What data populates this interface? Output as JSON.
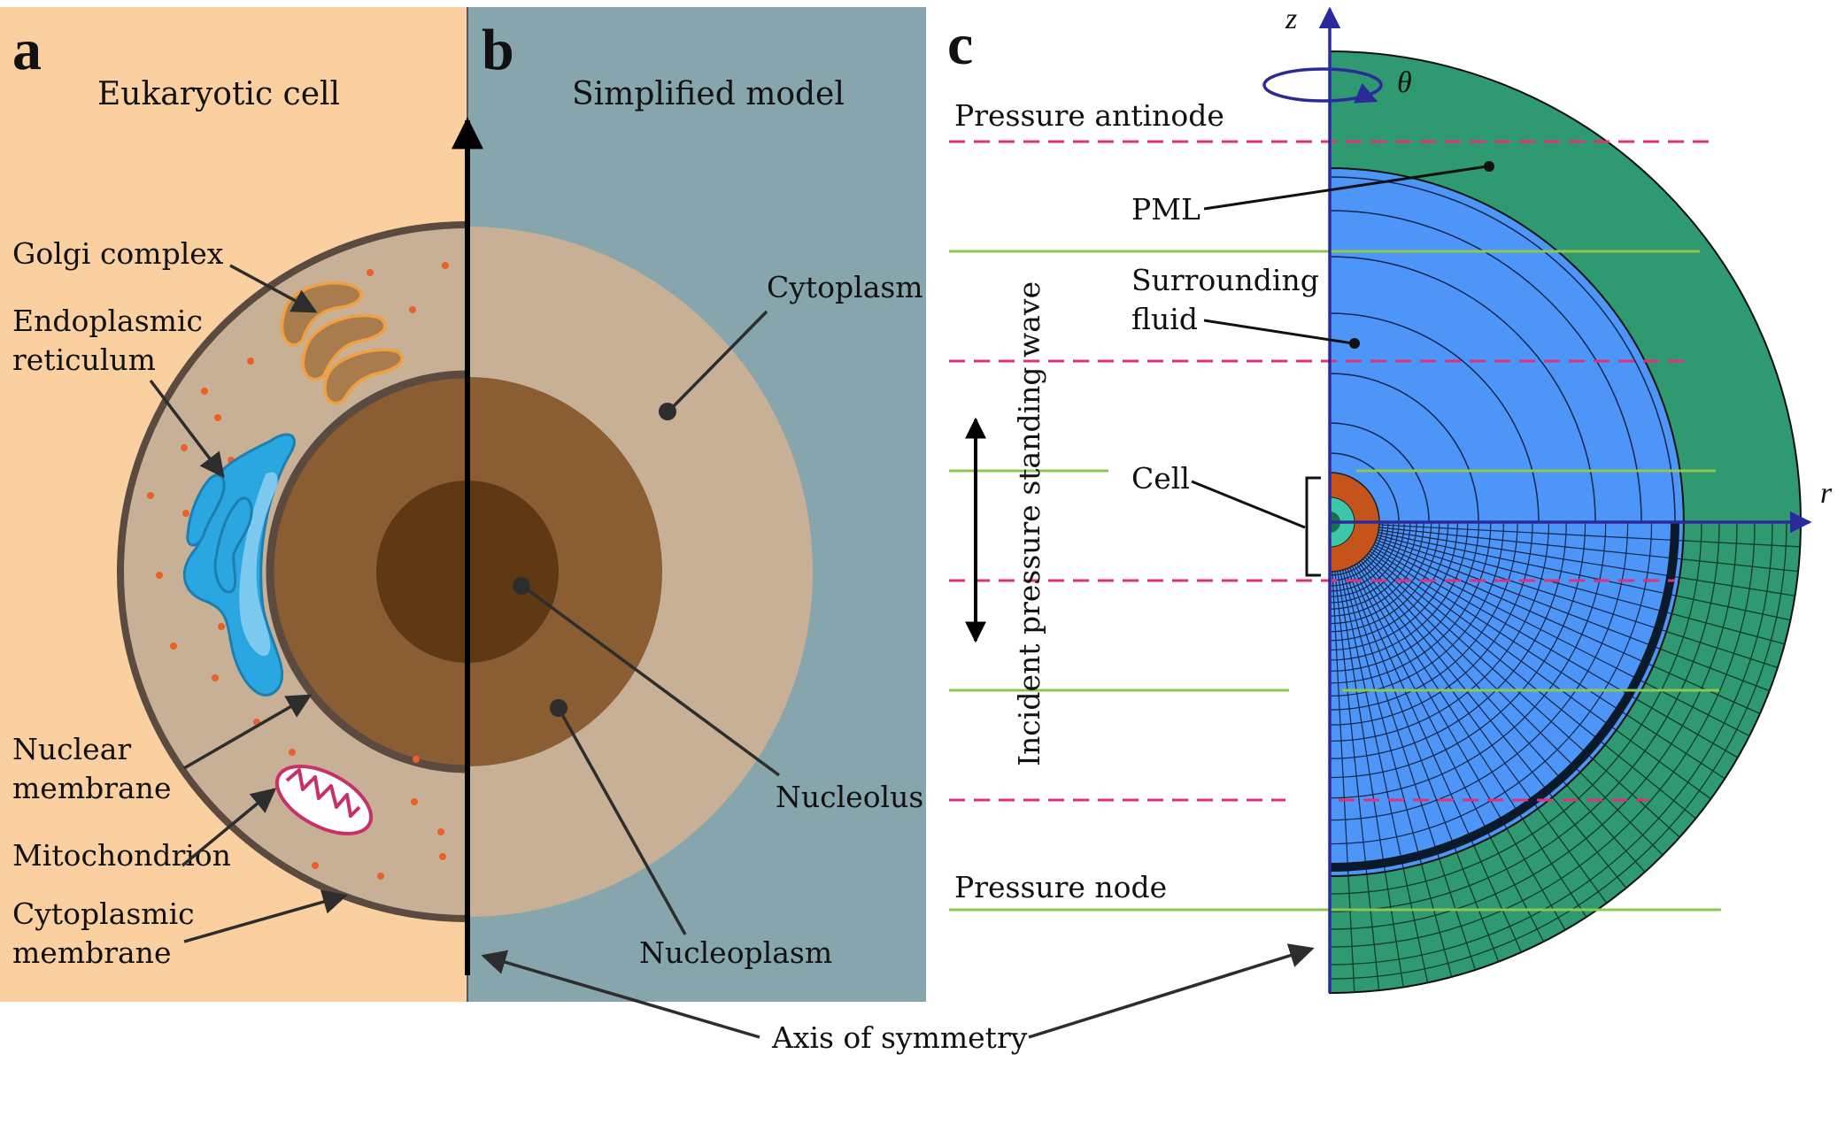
{
  "panels": {
    "a": {
      "letter": "a",
      "title": "Eukaryotic cell",
      "labels": {
        "golgi": "Golgi complex",
        "er_1": "Endoplasmic",
        "er_2": "reticulum",
        "nuclear_1": "Nuclear",
        "nuclear_2": "membrane",
        "mito": "Mitochondrion",
        "cyto_mem_1": "Cytoplasmic",
        "cyto_mem_2": "membrane"
      }
    },
    "b": {
      "letter": "b",
      "title": "Simplified model",
      "labels": {
        "cytoplasm": "Cytoplasm",
        "nucleolus": "Nucleolus",
        "nucleoplasm": "Nucleoplasm"
      }
    },
    "c": {
      "letter": "c",
      "labels": {
        "z_axis": "z",
        "r_axis": "r",
        "theta": "θ",
        "pressure_antinode": "Pressure antinode",
        "pml": "PML",
        "surrounding_1": "Surrounding",
        "surrounding_2": "fluid",
        "cell": "Cell",
        "incident_wave": "Incident pressure standing wave",
        "pressure_node": "Pressure node"
      }
    }
  },
  "shared": {
    "axis_of_symmetry": "Axis of symmetry"
  },
  "colors": {
    "panel_a_bg": "#fbd0a1",
    "panel_b_bg": "#86a5ad",
    "cytoplasm": "#c8b096",
    "nucleoplasm": "#8a5d33",
    "nucleolus": "#5f3914",
    "membrane": "#5a4a40",
    "er": "#2aa7e0",
    "golgi": "#a97c4e",
    "golgi_outline": "#f0a040",
    "mito_outline": "#c8306a",
    "pml": "#2f9a72",
    "fluid": "#4d96f7",
    "axis": "#2c2a9a",
    "antinode": "#e0307a",
    "node": "#8cc850",
    "cell_outer": "#c4541c",
    "cell_inner": "#3cc8a8"
  }
}
